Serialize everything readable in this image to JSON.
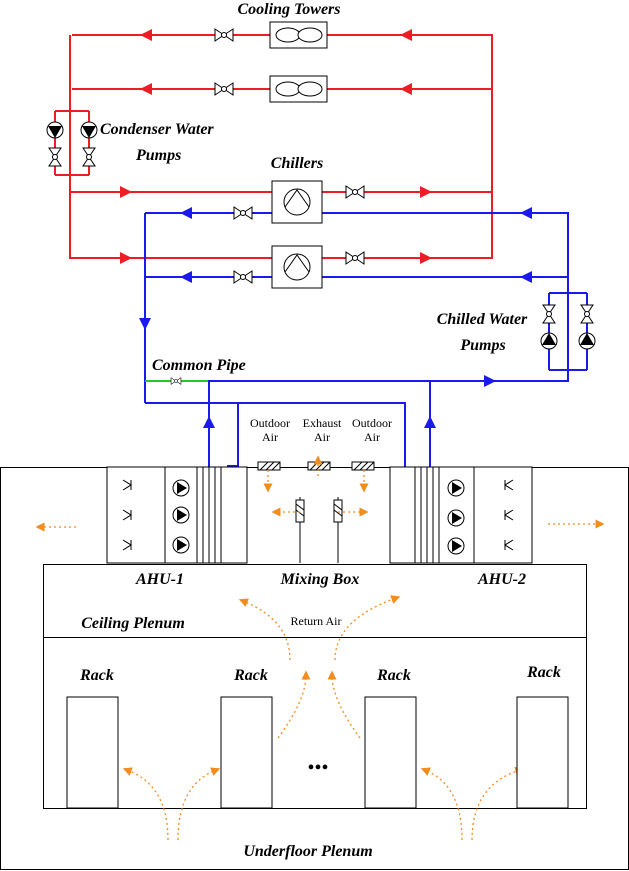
{
  "labels": {
    "cooling_towers": "Cooling Towers",
    "condenser_line1": "Condenser Water",
    "condenser_line2": "Pumps",
    "chillers": "Chillers",
    "chilled_line1": "Chilled Water",
    "chilled_line2": "Pumps",
    "common_pipe": "Common Pipe",
    "outdoor_air_left_1": "Outdoor",
    "outdoor_air_left_2": "Air",
    "exhaust_air_1": "Exhaust",
    "exhaust_air_2": "Air",
    "outdoor_air_right_1": "Outdoor",
    "outdoor_air_right_2": "Air",
    "ahu1": "AHU-1",
    "mixing_box": "Mixing Box",
    "ahu2": "AHU-2",
    "ceiling_plenum": "Ceiling Plenum",
    "return_air": "Return Air",
    "rack_1": "Rack",
    "rack_2": "Rack",
    "rack_3": "Rack",
    "rack_4": "Rack",
    "ellipsis": "•••",
    "underfloor_plenum": "Underfloor Plenum"
  },
  "colors": {
    "condenser_water": "#ee1c25",
    "chilled_water": "#1a1aee",
    "common_pipe": "#22cc22",
    "airflow": "#f28c1e",
    "outline": "#000000"
  },
  "icons": [
    "valve-icon",
    "cooling-tower-fan-icon",
    "pump-icon",
    "chiller-compressor-icon",
    "fan-icon",
    "coil-icon",
    "damper-icon"
  ]
}
